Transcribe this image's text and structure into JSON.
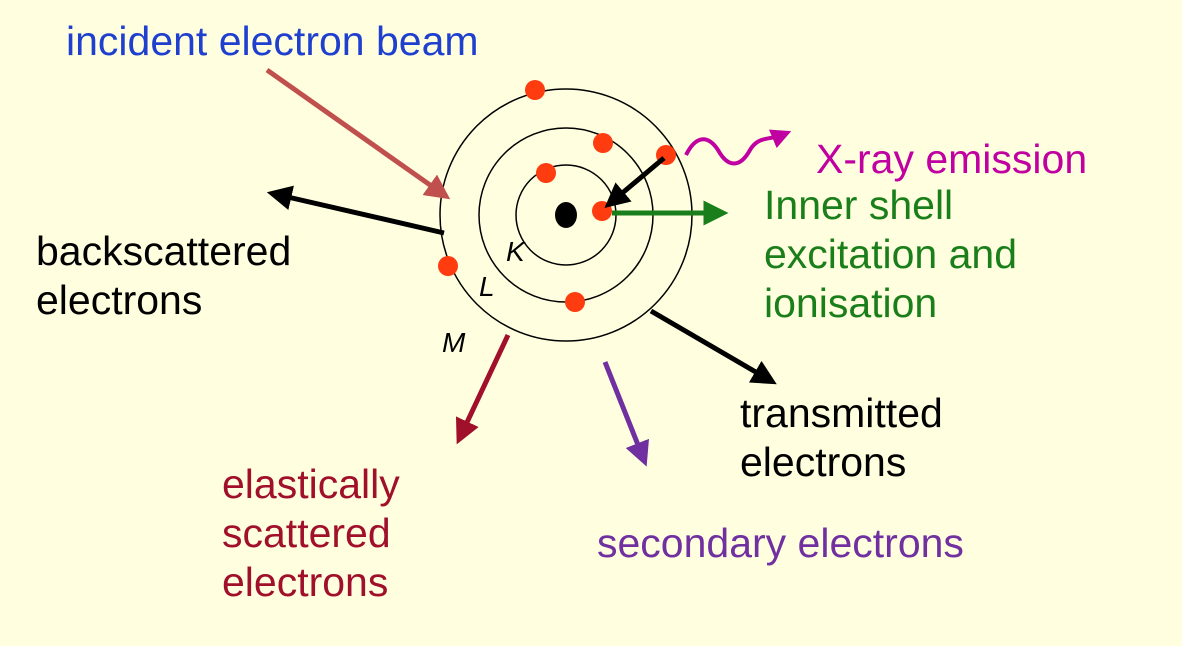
{
  "labels": {
    "incident": "incident electron beam",
    "xray": "X-ray emission",
    "inner_shell": [
      "Inner shell",
      "excitation and",
      "ionisation"
    ],
    "backscattered": [
      "backscattered",
      "electrons"
    ],
    "transmitted": [
      "transmitted",
      "electrons"
    ],
    "elastic": [
      "elastically",
      "scattered",
      "electrons"
    ],
    "secondary": "secondary electrons"
  },
  "shells": {
    "k": "K",
    "l": "L",
    "m": "M"
  },
  "colors": {
    "background": "#ffffe0",
    "incident": "#1f3fcf",
    "incident_arrow": "#c0504d",
    "xray": "#c000a0",
    "inner_shell": "#1a7f1a",
    "elastic": "#a0102a",
    "secondary": "#7030a0",
    "electron": "#ff3b10",
    "text": "#000000"
  }
}
